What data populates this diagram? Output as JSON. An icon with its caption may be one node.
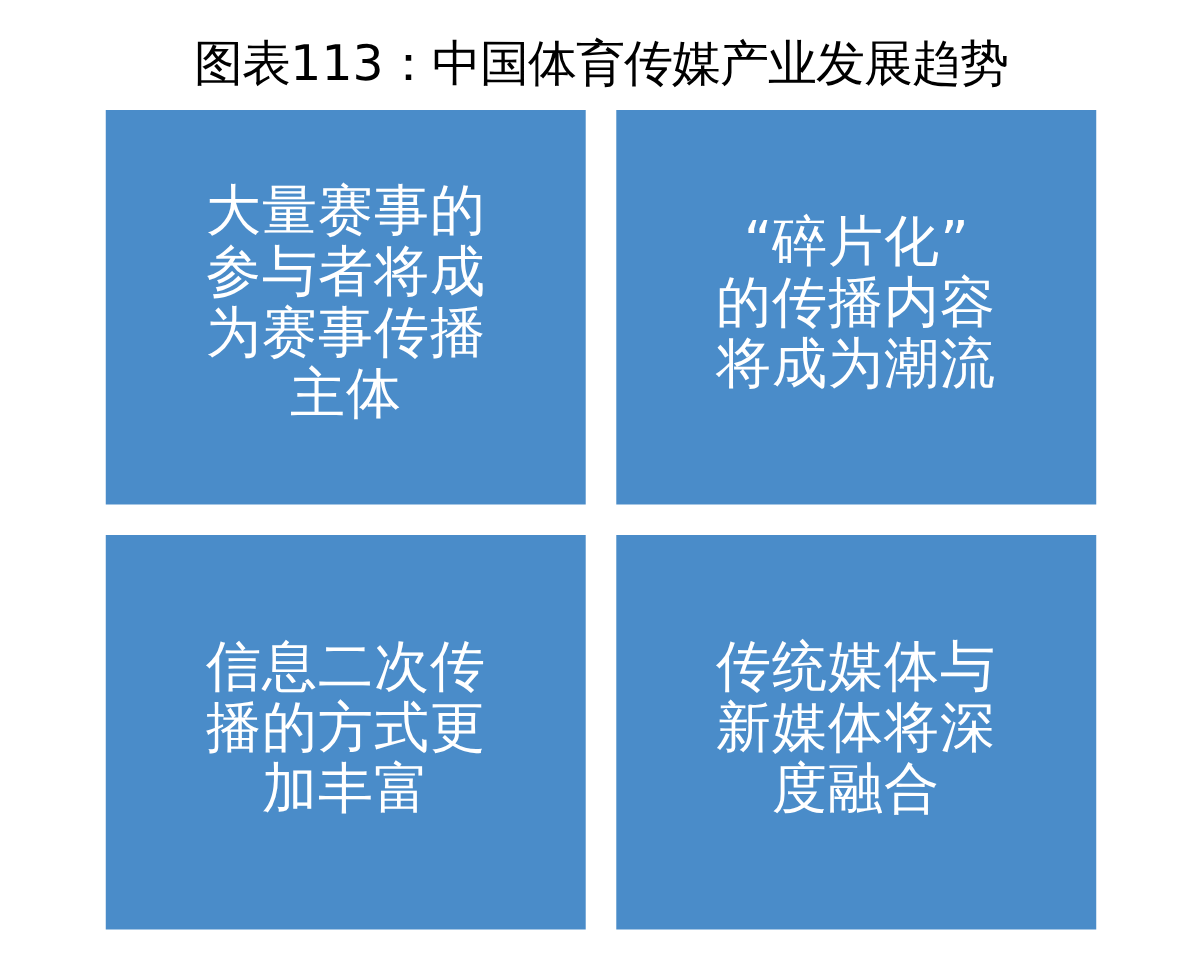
{
  "diagram": {
    "title": "图表113：中国体育传媒产业发展趋势",
    "nodes": [
      {
        "text": [
          "大量赛事的参与者将成为赛事传播主体"
        ]
      },
      {
        "text": [
          "“碎片化”的传播内容将成为潮流"
        ]
      },
      {
        "text": [
          "信息二次传播的方式更加丰富"
        ]
      },
      {
        "text": [
          "传统媒体与新媒体将深度融合"
        ]
      }
    ],
    "edges": []
  }
}
